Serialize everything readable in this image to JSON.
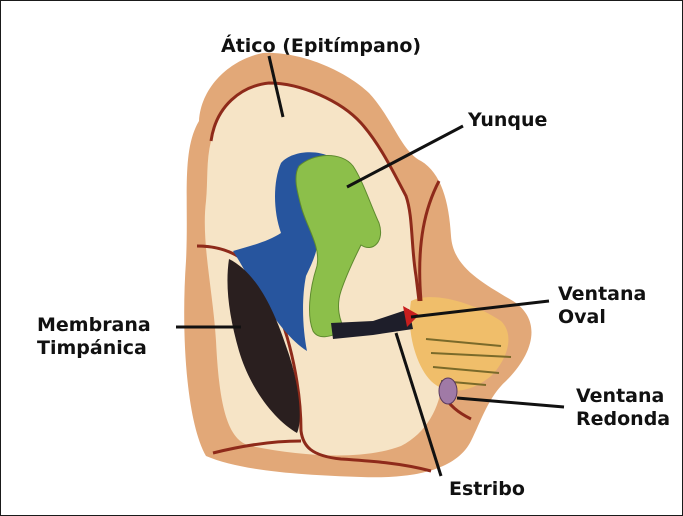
{
  "labels": {
    "attic": "Ático (Epitímpano)",
    "incus": "Yunque",
    "oval_window": [
      "Ventana",
      "Oval"
    ],
    "tympanic_membrane": [
      "Membrana",
      "Timpánica"
    ],
    "round_window": [
      "Ventana",
      "Redonda"
    ],
    "stapes": "Estribo"
  },
  "colors": {
    "cavity": "#f6e4c6",
    "rim": "#e2a878",
    "wall_line": "#8e2a1a",
    "blue_region": "#27559e",
    "incus": "#8cbf4a",
    "membrane": "#2a1f1f",
    "oval_window": "#c81e1e",
    "round_window": "#a07aa6",
    "inner_ear": "#f0be6a",
    "leader_line": "#111111"
  }
}
